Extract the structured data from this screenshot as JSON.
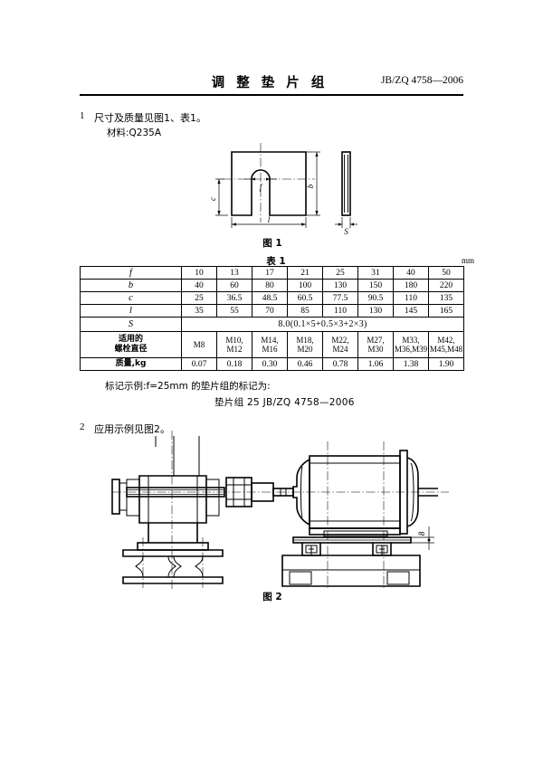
{
  "header": {
    "title": "调 整 垫 片 组",
    "standard_no": "JB/ZQ 4758—2006"
  },
  "clauses": {
    "c1_num": "1",
    "c1_text": "尺寸及质量见图1、表1。",
    "material": "材料:Q235A",
    "c2_num": "2",
    "c2_text": "应用示例见图2。"
  },
  "figures": {
    "fig1_caption": "图 1",
    "fig2_caption": "图 2",
    "fig1_labels": {
      "b": "b",
      "c": "c",
      "l": "l",
      "f": "f",
      "s": "S"
    },
    "fig2_labels": {
      "thickness": "8"
    }
  },
  "marking": {
    "example_text": "标记示例:f=25mm 的垫片组的标记为:",
    "designation": "垫片组   25   JB/ZQ 4758—2006"
  },
  "table": {
    "title": "表 1",
    "unit": "mm",
    "row_labels": {
      "f": "f",
      "b": "b",
      "c": "c",
      "l": "l",
      "s": "S",
      "bolt_line1": "适用的",
      "bolt_line2": "螺栓直径",
      "mass": "质量,kg"
    },
    "f": [
      "10",
      "13",
      "17",
      "21",
      "25",
      "31",
      "40",
      "50"
    ],
    "b": [
      "40",
      "60",
      "80",
      "100",
      "130",
      "150",
      "180",
      "220"
    ],
    "c": [
      "25",
      "36.5",
      "48.5",
      "60.5",
      "77.5",
      "90.5",
      "110",
      "135"
    ],
    "l": [
      "35",
      "55",
      "70",
      "85",
      "110",
      "130",
      "145",
      "165"
    ],
    "s_value": "8.0(0.1×5+0.5×3+2×3)",
    "bolt_dia": [
      {
        "l1": "M8",
        "l2": ""
      },
      {
        "l1": "M10,",
        "l2": "M12"
      },
      {
        "l1": "M14,",
        "l2": "M16"
      },
      {
        "l1": "M18,",
        "l2": "M20"
      },
      {
        "l1": "M22,",
        "l2": "M24"
      },
      {
        "l1": "M27,",
        "l2": "M30"
      },
      {
        "l1": "M33,",
        "l2": "M36,M39"
      },
      {
        "l1": "M42,",
        "l2": "M45,M48"
      }
    ],
    "mass": [
      "0.07",
      "0.18",
      "0.30",
      "0.46",
      "0.78",
      "1.06",
      "1.38",
      "1.90"
    ]
  }
}
